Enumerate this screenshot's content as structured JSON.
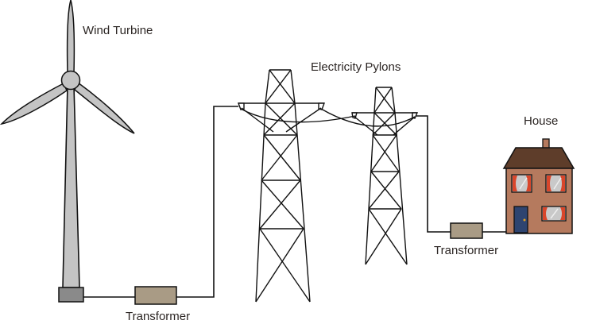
{
  "diagram": {
    "title": "Wind power to home electricity supply",
    "labels": {
      "wind_turbine": "Wind Turbine",
      "transformer_1": "Transformer",
      "pylons": "Electricity Pylons",
      "transformer_2": "Transformer",
      "house": "House"
    },
    "flow": [
      "Wind Turbine",
      "Transformer",
      "Electricity Pylons",
      "Transformer",
      "House"
    ],
    "colors": {
      "turbine_fill": "#c4c4c4",
      "turbine_base": "#8a8a8a",
      "transformer": "#a99b85",
      "house_wall": "#b57a5e",
      "roof": "#5e3d2a",
      "door": "#2e4470",
      "curtain": "#d9462b",
      "window_glass": "#c9c9c9",
      "line": "#111111"
    }
  }
}
